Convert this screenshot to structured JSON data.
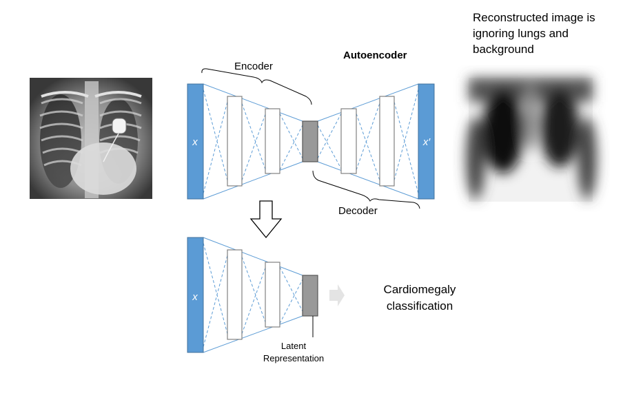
{
  "labels": {
    "encoder": "Encoder",
    "decoder": "Decoder",
    "autoencoder": "Autoencoder",
    "input_x": "x",
    "output_x": "x′",
    "input_x_bottom": "x",
    "reconstructed_line1": "Reconstructed image is",
    "reconstructed_line2": "ignoring lungs and",
    "reconstructed_line3": "background",
    "classification_line1": "Cardiomegaly",
    "classification_line2": "classification",
    "latent_line1": "Latent",
    "latent_line2": "Representation"
  },
  "colors": {
    "input_layer": "#5b9bd5",
    "latent_layer": "#999999",
    "connection": "#5b9bd5",
    "hidden_layer_border": "#808080"
  }
}
